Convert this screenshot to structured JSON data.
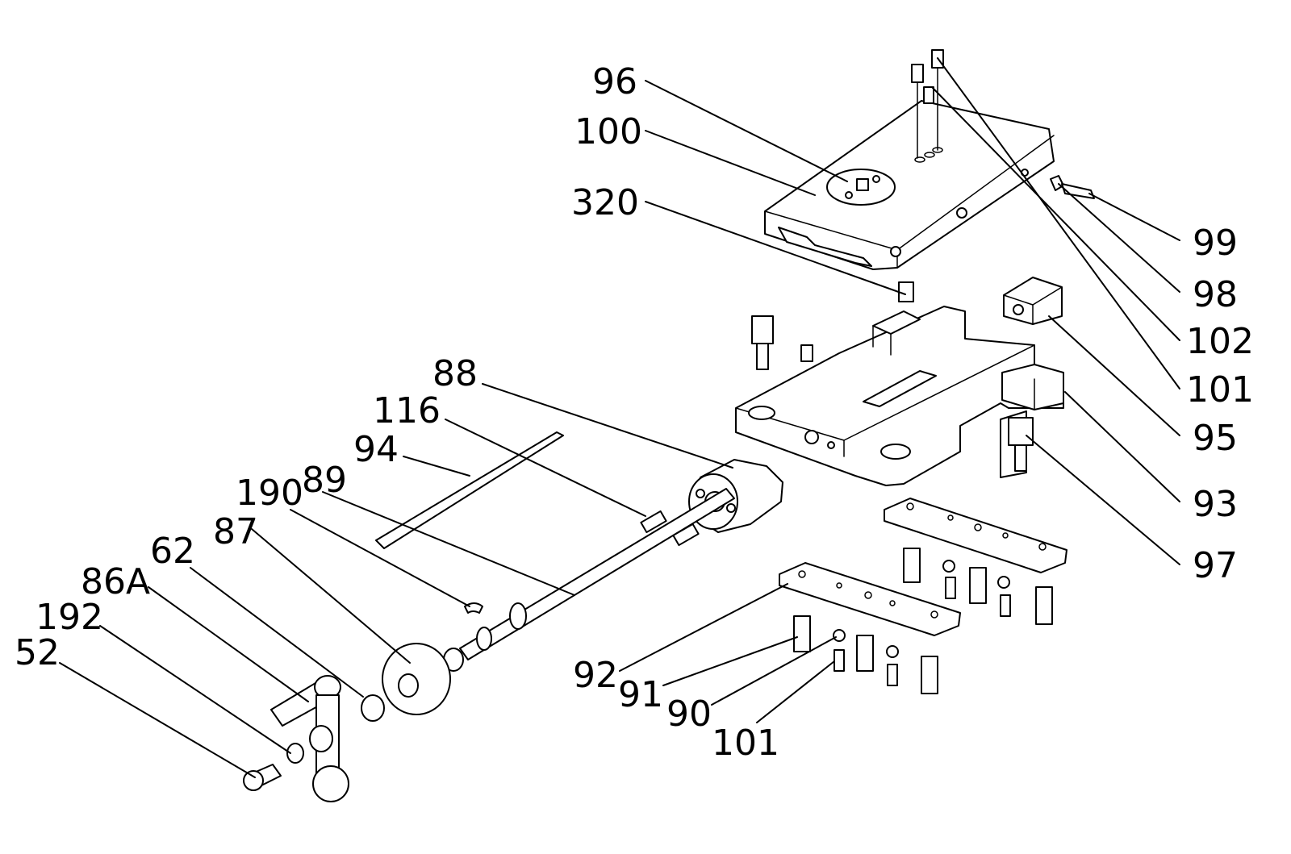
{
  "diagram": {
    "callouts": [
      {
        "id": "c96",
        "label": "96"
      },
      {
        "id": "c100",
        "label": "100"
      },
      {
        "id": "c320",
        "label": "320"
      },
      {
        "id": "c99",
        "label": "99"
      },
      {
        "id": "c98",
        "label": "98"
      },
      {
        "id": "c102",
        "label": "102"
      },
      {
        "id": "c101a",
        "label": "101"
      },
      {
        "id": "c95",
        "label": "95"
      },
      {
        "id": "c93",
        "label": "93"
      },
      {
        "id": "c97",
        "label": "97"
      },
      {
        "id": "c88",
        "label": "88"
      },
      {
        "id": "c116",
        "label": "116"
      },
      {
        "id": "c94",
        "label": "94"
      },
      {
        "id": "c190",
        "label": "190"
      },
      {
        "id": "c89",
        "label": "89"
      },
      {
        "id": "c87",
        "label": "87"
      },
      {
        "id": "c62",
        "label": "62"
      },
      {
        "id": "c86a",
        "label": "86A"
      },
      {
        "id": "c192",
        "label": "192"
      },
      {
        "id": "c52",
        "label": "52"
      },
      {
        "id": "c92",
        "label": "92"
      },
      {
        "id": "c91",
        "label": "91"
      },
      {
        "id": "c90",
        "label": "90"
      },
      {
        "id": "c101b",
        "label": "101"
      }
    ]
  },
  "colors": {
    "line": "#000000",
    "background": "#ffffff"
  }
}
